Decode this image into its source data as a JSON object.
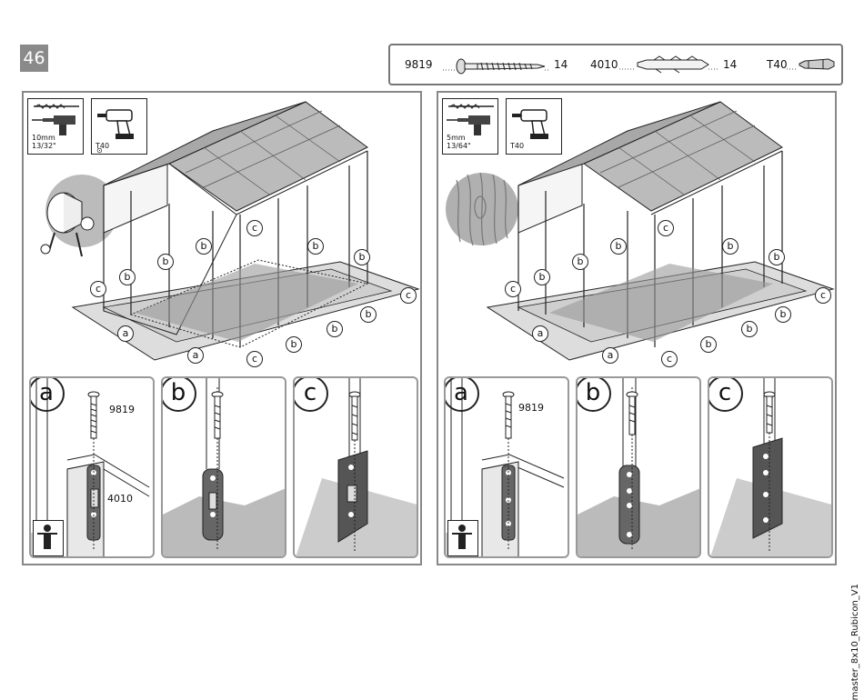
{
  "step": "46",
  "parts": [
    {
      "code": "9819",
      "qty": "14",
      "icon": "screw-icon"
    },
    {
      "code": "4010",
      "qty": "14",
      "icon": "wall-plug-icon"
    },
    {
      "code": "T40",
      "icon": "torx-bit-icon"
    }
  ],
  "panels": [
    {
      "drill": {
        "size": "10mm",
        "inch": "13/32\"",
        "icon": "hammer-drill-icon"
      },
      "driver": {
        "bit": "T40",
        "icon": "cordless-driver-icon"
      },
      "material_icon": "concrete-mixer-icon",
      "details": [
        {
          "letter": "a",
          "screw_code": "9819",
          "plug_code": "4010"
        },
        {
          "letter": "b"
        },
        {
          "letter": "c"
        }
      ]
    },
    {
      "drill": {
        "size": "5mm",
        "inch": "13/64\"",
        "icon": "drill-icon"
      },
      "driver": {
        "bit": "T40",
        "icon": "cordless-driver-icon"
      },
      "material_icon": "wood-grain-icon",
      "details": [
        {
          "letter": "a",
          "screw_code": "9819"
        },
        {
          "letter": "b"
        },
        {
          "letter": "c"
        }
      ]
    }
  ],
  "callout_letters": {
    "a": "a",
    "b": "b",
    "c": "c"
  },
  "footer": "master_8x10_Rubicon_V1"
}
